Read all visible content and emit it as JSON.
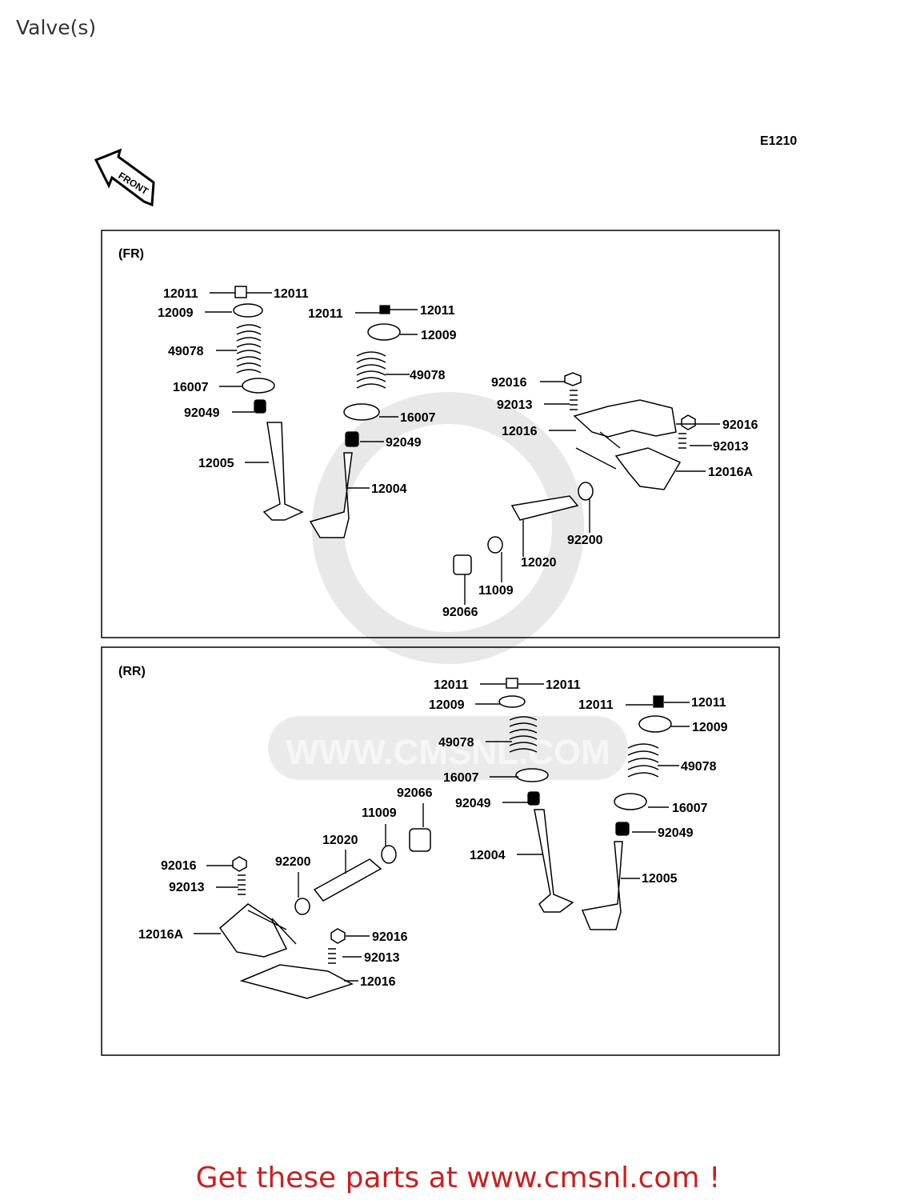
{
  "page": {
    "title": "Valve(s)"
  },
  "diagram": {
    "code": "E1210",
    "front_label": "FRONT",
    "watermark": "WWW.CMSNL.COM",
    "panels": [
      {
        "name": "(FR)"
      },
      {
        "name": "(RR)"
      }
    ],
    "callouts_fr": [
      "12011",
      "12011",
      "12009",
      "49078",
      "16007",
      "92049",
      "12005",
      "12011",
      "12011",
      "12009",
      "49078",
      "16007",
      "92049",
      "12004",
      "92016",
      "92013",
      "12016",
      "92016",
      "92013",
      "12016A",
      "92200",
      "12020",
      "11009",
      "92066"
    ],
    "callouts_rr": [
      "12011",
      "12011",
      "12009",
      "49078",
      "16007",
      "92049",
      "12004",
      "12011",
      "12011",
      "12009",
      "49078",
      "16007",
      "92049",
      "12005",
      "92066",
      "11009",
      "12020",
      "92200",
      "92016",
      "92013",
      "12016A",
      "92016",
      "92013",
      "12016"
    ]
  },
  "footer": {
    "promo": "Get these parts at www.cmsnl.com !"
  },
  "colors": {
    "promo": "#cc1f1f",
    "watermark": "#e4e4e4"
  }
}
